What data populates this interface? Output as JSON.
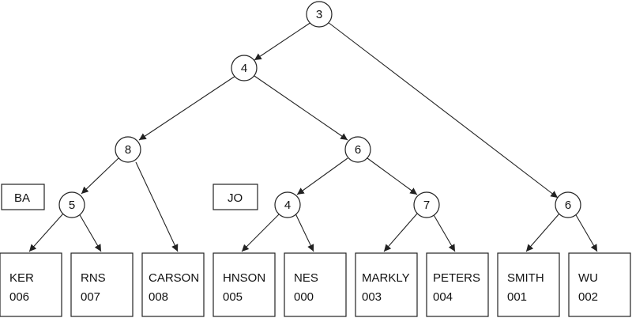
{
  "tree": {
    "nodes": {
      "n_root": "3",
      "n_l1": "4",
      "n_l2a": "8",
      "n_l2b": "6",
      "n_l3a": "5",
      "n_l3b": "4",
      "n_l3c": "7",
      "n_l3d": "6"
    },
    "leaves": [
      {
        "name": "KER",
        "code": "006"
      },
      {
        "name": "RNS",
        "code": "007"
      },
      {
        "name": "CARSON",
        "code": "008"
      },
      {
        "name": "HNSON",
        "code": "005"
      },
      {
        "name": "NES",
        "code": "000"
      },
      {
        "name": "MARKLY",
        "code": "003"
      },
      {
        "name": "PETERS",
        "code": "004"
      },
      {
        "name": "SMITH",
        "code": "001"
      },
      {
        "name": "WU",
        "code": "002"
      }
    ],
    "side_labels": {
      "left": "BA",
      "middle": "JO"
    }
  }
}
